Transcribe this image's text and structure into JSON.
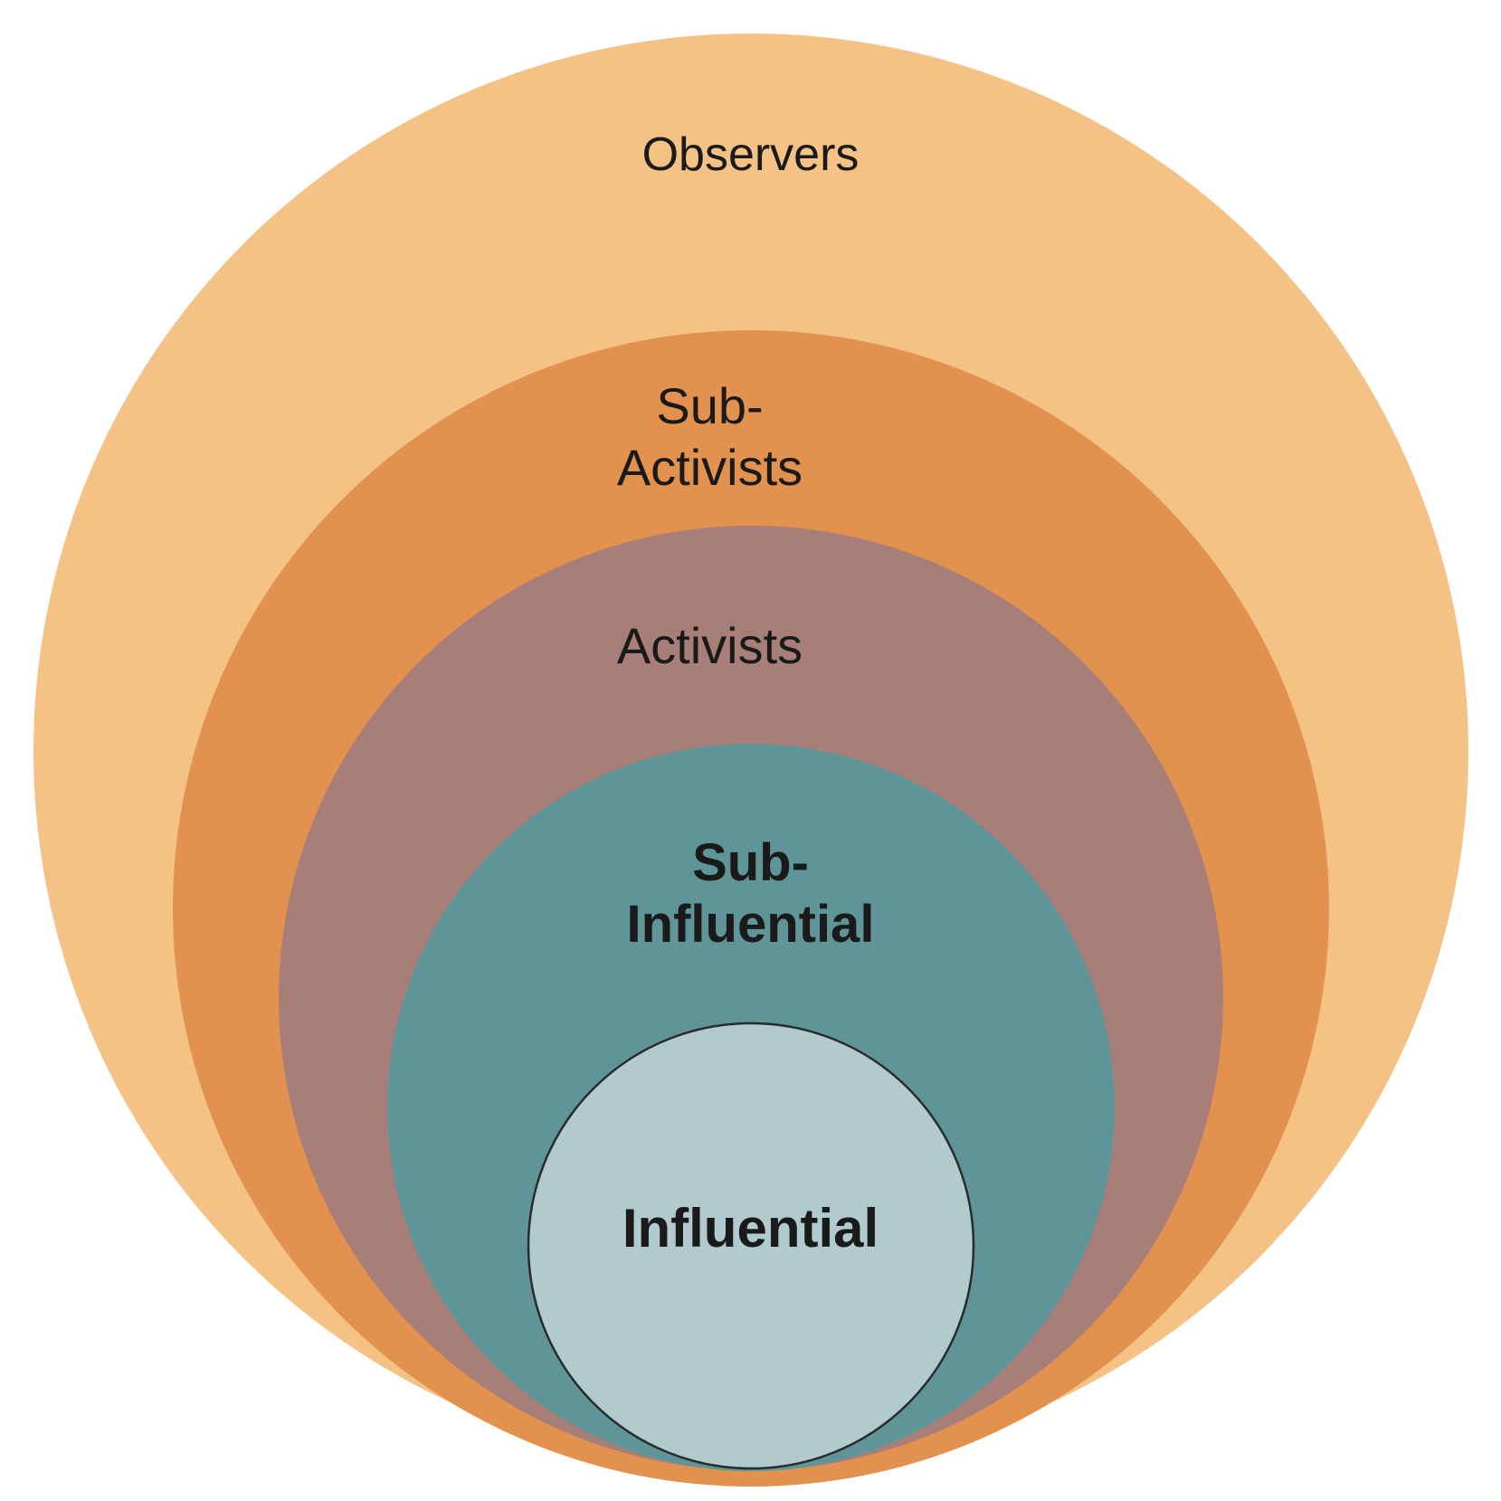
{
  "diagram": {
    "type": "nested-circles",
    "layers": [
      {
        "id": "observers",
        "label": "Observers",
        "color": "#f5c285"
      },
      {
        "id": "sub-activists",
        "label": "Sub-\nActivists",
        "color": "#e2924e"
      },
      {
        "id": "activists",
        "label": "Activists",
        "color": "#a87f78"
      },
      {
        "id": "sub-influential",
        "label": "Sub-\nInfluential",
        "color": "#5f9599"
      },
      {
        "id": "influential",
        "label": "Influential",
        "color": "#b1cace"
      }
    ]
  }
}
